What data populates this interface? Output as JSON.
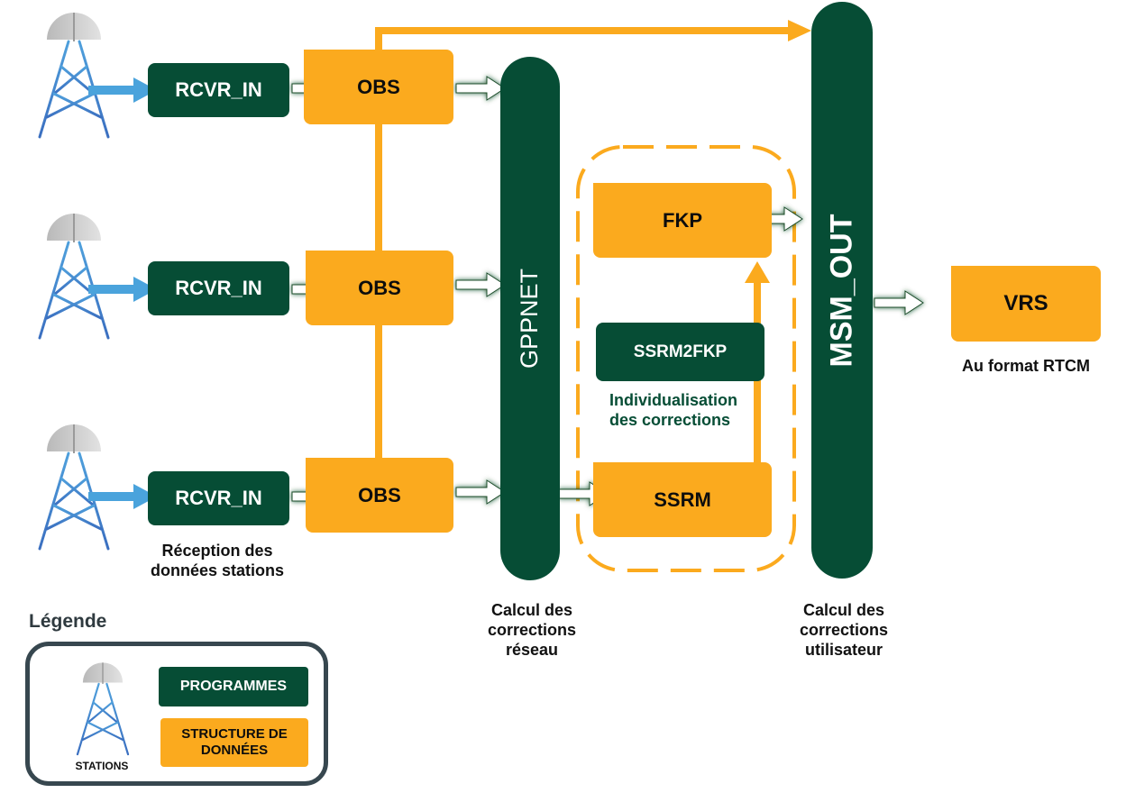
{
  "programs": {
    "rcvr_in": "RCVR_IN",
    "gppnet": "GPPNET",
    "msm_out": "MSM_OUT",
    "ssrm2fkp": "SSRM2FKP"
  },
  "data_structures": {
    "obs": "OBS",
    "fkp": "FKP",
    "ssrm": "SSRM",
    "vrs": "VRS"
  },
  "captions": {
    "reception": [
      "Réception des",
      "données stations"
    ],
    "network_calc": [
      "Calcul des",
      "corrections",
      "réseau"
    ],
    "user_calc": [
      "Calcul des",
      "corrections",
      "utilisateur"
    ],
    "individualisation": [
      "Individualisation",
      "des corrections"
    ],
    "rtcm": "Au format RTCM"
  },
  "legend": {
    "title": "Légende",
    "stations": "STATIONS",
    "programmes": "PROGRAMMES",
    "structure": [
      "STRUCTURE DE",
      "DONNÉES"
    ]
  },
  "colors": {
    "program": "#064d35",
    "data_structure": "#fbaa1e",
    "arrow_blue": "#4aa3dc",
    "text_green": "#064d35"
  }
}
